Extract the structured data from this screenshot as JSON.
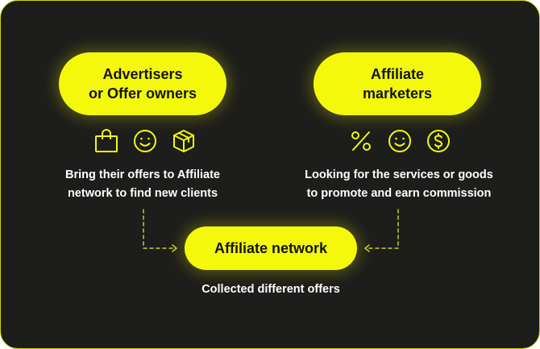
{
  "colors": {
    "background": "#1d1d1b",
    "accent": "#f4f90c",
    "border": "#c8d400",
    "text": "#ffffff",
    "pill_text": "#141414"
  },
  "advertisers": {
    "title_line1": "Advertisers",
    "title_line2": "or Offer owners",
    "icons": [
      "shopping-bag-icon",
      "smiley-face-icon",
      "package-box-icon"
    ],
    "desc_line1": "Bring their offers to Affiliate",
    "desc_line2": "network to find new clients"
  },
  "affiliates": {
    "title_line1": "Affiliate",
    "title_line2": "marketers",
    "icons": [
      "percent-icon",
      "smiley-face-icon",
      "dollar-coin-icon"
    ],
    "desc_line1": "Looking for the services or goods",
    "desc_line2": "to promote and earn commission"
  },
  "network": {
    "title": "Affiliate network",
    "desc": "Collected different offers"
  }
}
